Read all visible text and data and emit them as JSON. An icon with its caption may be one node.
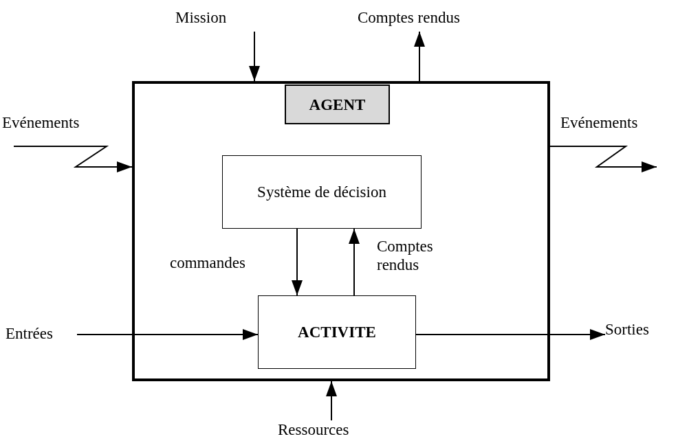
{
  "diagram": {
    "nodes": [
      {
        "text": [
          "Mission"
        ]
      },
      {
        "text": [
          "Comptes rendus"
        ]
      },
      {
        "text": [
          "AGENT"
        ]
      },
      {
        "text": [
          "Evénements"
        ]
      },
      {
        "text": [
          "Evénements"
        ]
      },
      {
        "text": [
          "Système de décision"
        ],
        "in": 2
      },
      {
        "text": [
          "ACTIVITE"
        ],
        "in": 2
      },
      {
        "text": [
          "Entrées"
        ]
      },
      {
        "text": [
          "Sorties"
        ]
      },
      {
        "text": [
          "Ressources"
        ]
      }
    ],
    "edges": [
      {
        "from": 0,
        "to": 2,
        "arrow": "to"
      },
      {
        "from": 2,
        "to": 1,
        "arrow": "to"
      },
      {
        "from": 3,
        "to": 2,
        "arrow": "to"
      },
      {
        "from": 2,
        "to": 4,
        "arrow": "to"
      },
      {
        "from": 5,
        "to": 6,
        "label": "commandes",
        "arrow": "to"
      },
      {
        "from": 6,
        "to": 5,
        "label": "Comptes rendus",
        "arrow": "to"
      },
      {
        "from": 7,
        "to": 6,
        "arrow": "to"
      },
      {
        "from": 6,
        "to": 8,
        "arrow": "to"
      },
      {
        "from": 9,
        "to": 2,
        "arrow": "to"
      }
    ]
  }
}
